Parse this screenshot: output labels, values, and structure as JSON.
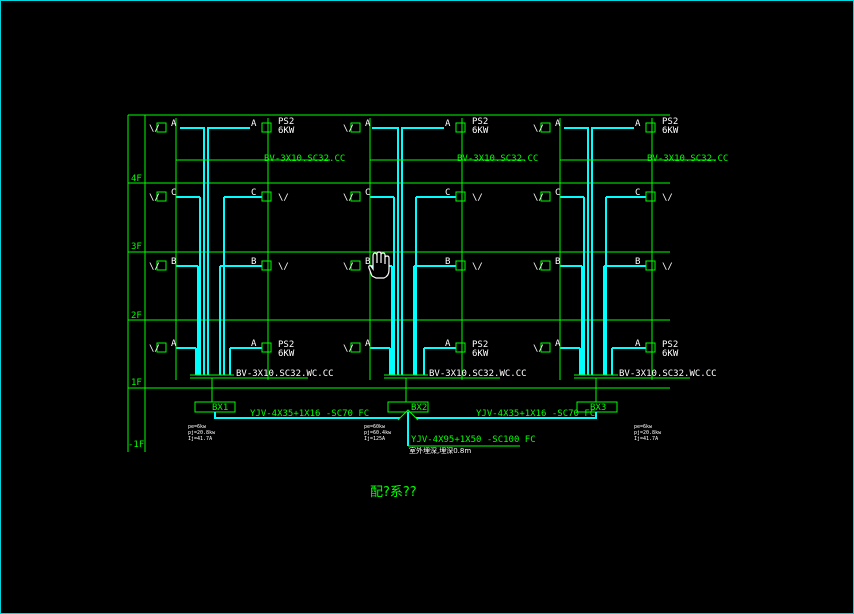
{
  "drawing": {
    "title": "配?系??",
    "floors": [
      "4F",
      "3F",
      "2F",
      "1F",
      "-1F"
    ],
    "meter_boxes": [
      "BX1",
      "BX2",
      "BX3"
    ],
    "circuit_labels": {
      "a": "A",
      "b": "B",
      "c": "C"
    },
    "panel_label": "PS2",
    "panel_power": "6KW",
    "branch_cable": "BV-3X10.SC32.CC",
    "branch_cable_wc": "BV-3X10.SC32.WC.CC",
    "trunk_cable": "YJV-4X35+1X16 -SC70 FC",
    "feeder_cable": "YJV-4X95+1X50 -SC100 FC",
    "feeder_note": "室外埋深,埋深0.8m",
    "tick_mark": "\\/",
    "calc_left": [
      "pe=6kw",
      "pj=20.8kw",
      "Ij=41.7A"
    ],
    "calc_mid": [
      "pe=60kw",
      "pj=60.4kw",
      "Ij=125A"
    ],
    "calc_right": [
      "pe=6kw",
      "pj=20.8kw",
      "Ij=41.7A"
    ]
  },
  "cursor": {
    "icon": "hand-pointer-icon"
  }
}
